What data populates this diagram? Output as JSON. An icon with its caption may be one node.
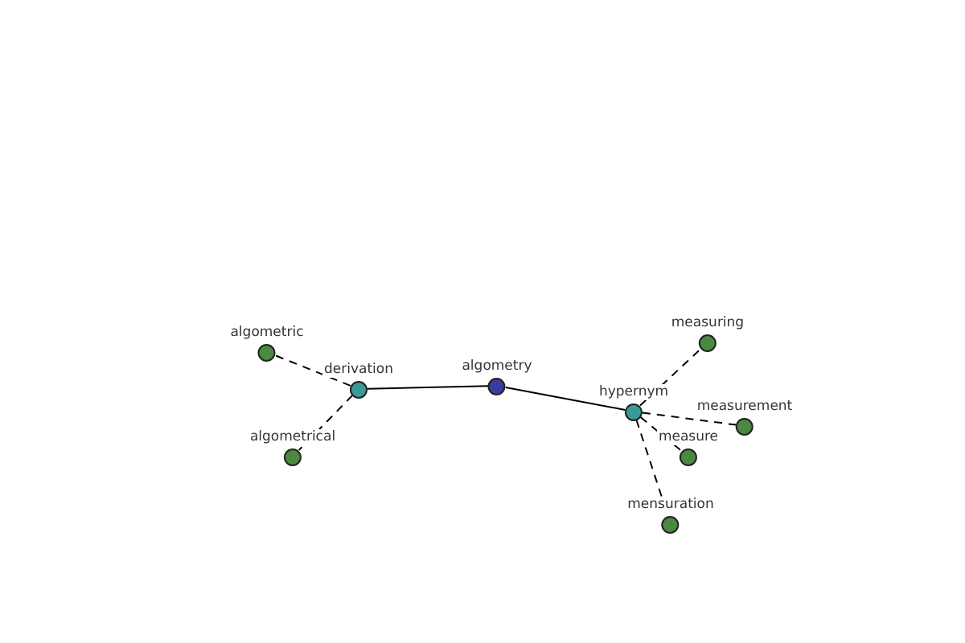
{
  "diagram": {
    "nodes": [
      {
        "text": [
          "algometric"
        ]
      },
      {
        "text": [
          "derivation"
        ]
      },
      {
        "text": [
          "algometrical"
        ]
      },
      {
        "text": [
          "algometry"
        ]
      },
      {
        "text": [
          "hypernym"
        ]
      },
      {
        "text": [
          "measuring"
        ]
      },
      {
        "text": [
          "measurement"
        ]
      },
      {
        "text": [
          "measure"
        ]
      },
      {
        "text": [
          "mensuration"
        ]
      }
    ],
    "edges": [
      {
        "from": 3,
        "to": 1,
        "arrow": "none"
      },
      {
        "from": 3,
        "to": 4,
        "arrow": "none"
      },
      {
        "from": 1,
        "to": 0,
        "arrow": "none",
        "style": "dashed"
      },
      {
        "from": 1,
        "to": 2,
        "arrow": "none",
        "style": "dashed"
      },
      {
        "from": 4,
        "to": 5,
        "arrow": "none",
        "style": "dashed"
      },
      {
        "from": 4,
        "to": 6,
        "arrow": "none",
        "style": "dashed"
      },
      {
        "from": 4,
        "to": 7,
        "arrow": "none",
        "style": "dashed"
      },
      {
        "from": 4,
        "to": 8,
        "arrow": "none",
        "style": "dashed"
      }
    ]
  }
}
